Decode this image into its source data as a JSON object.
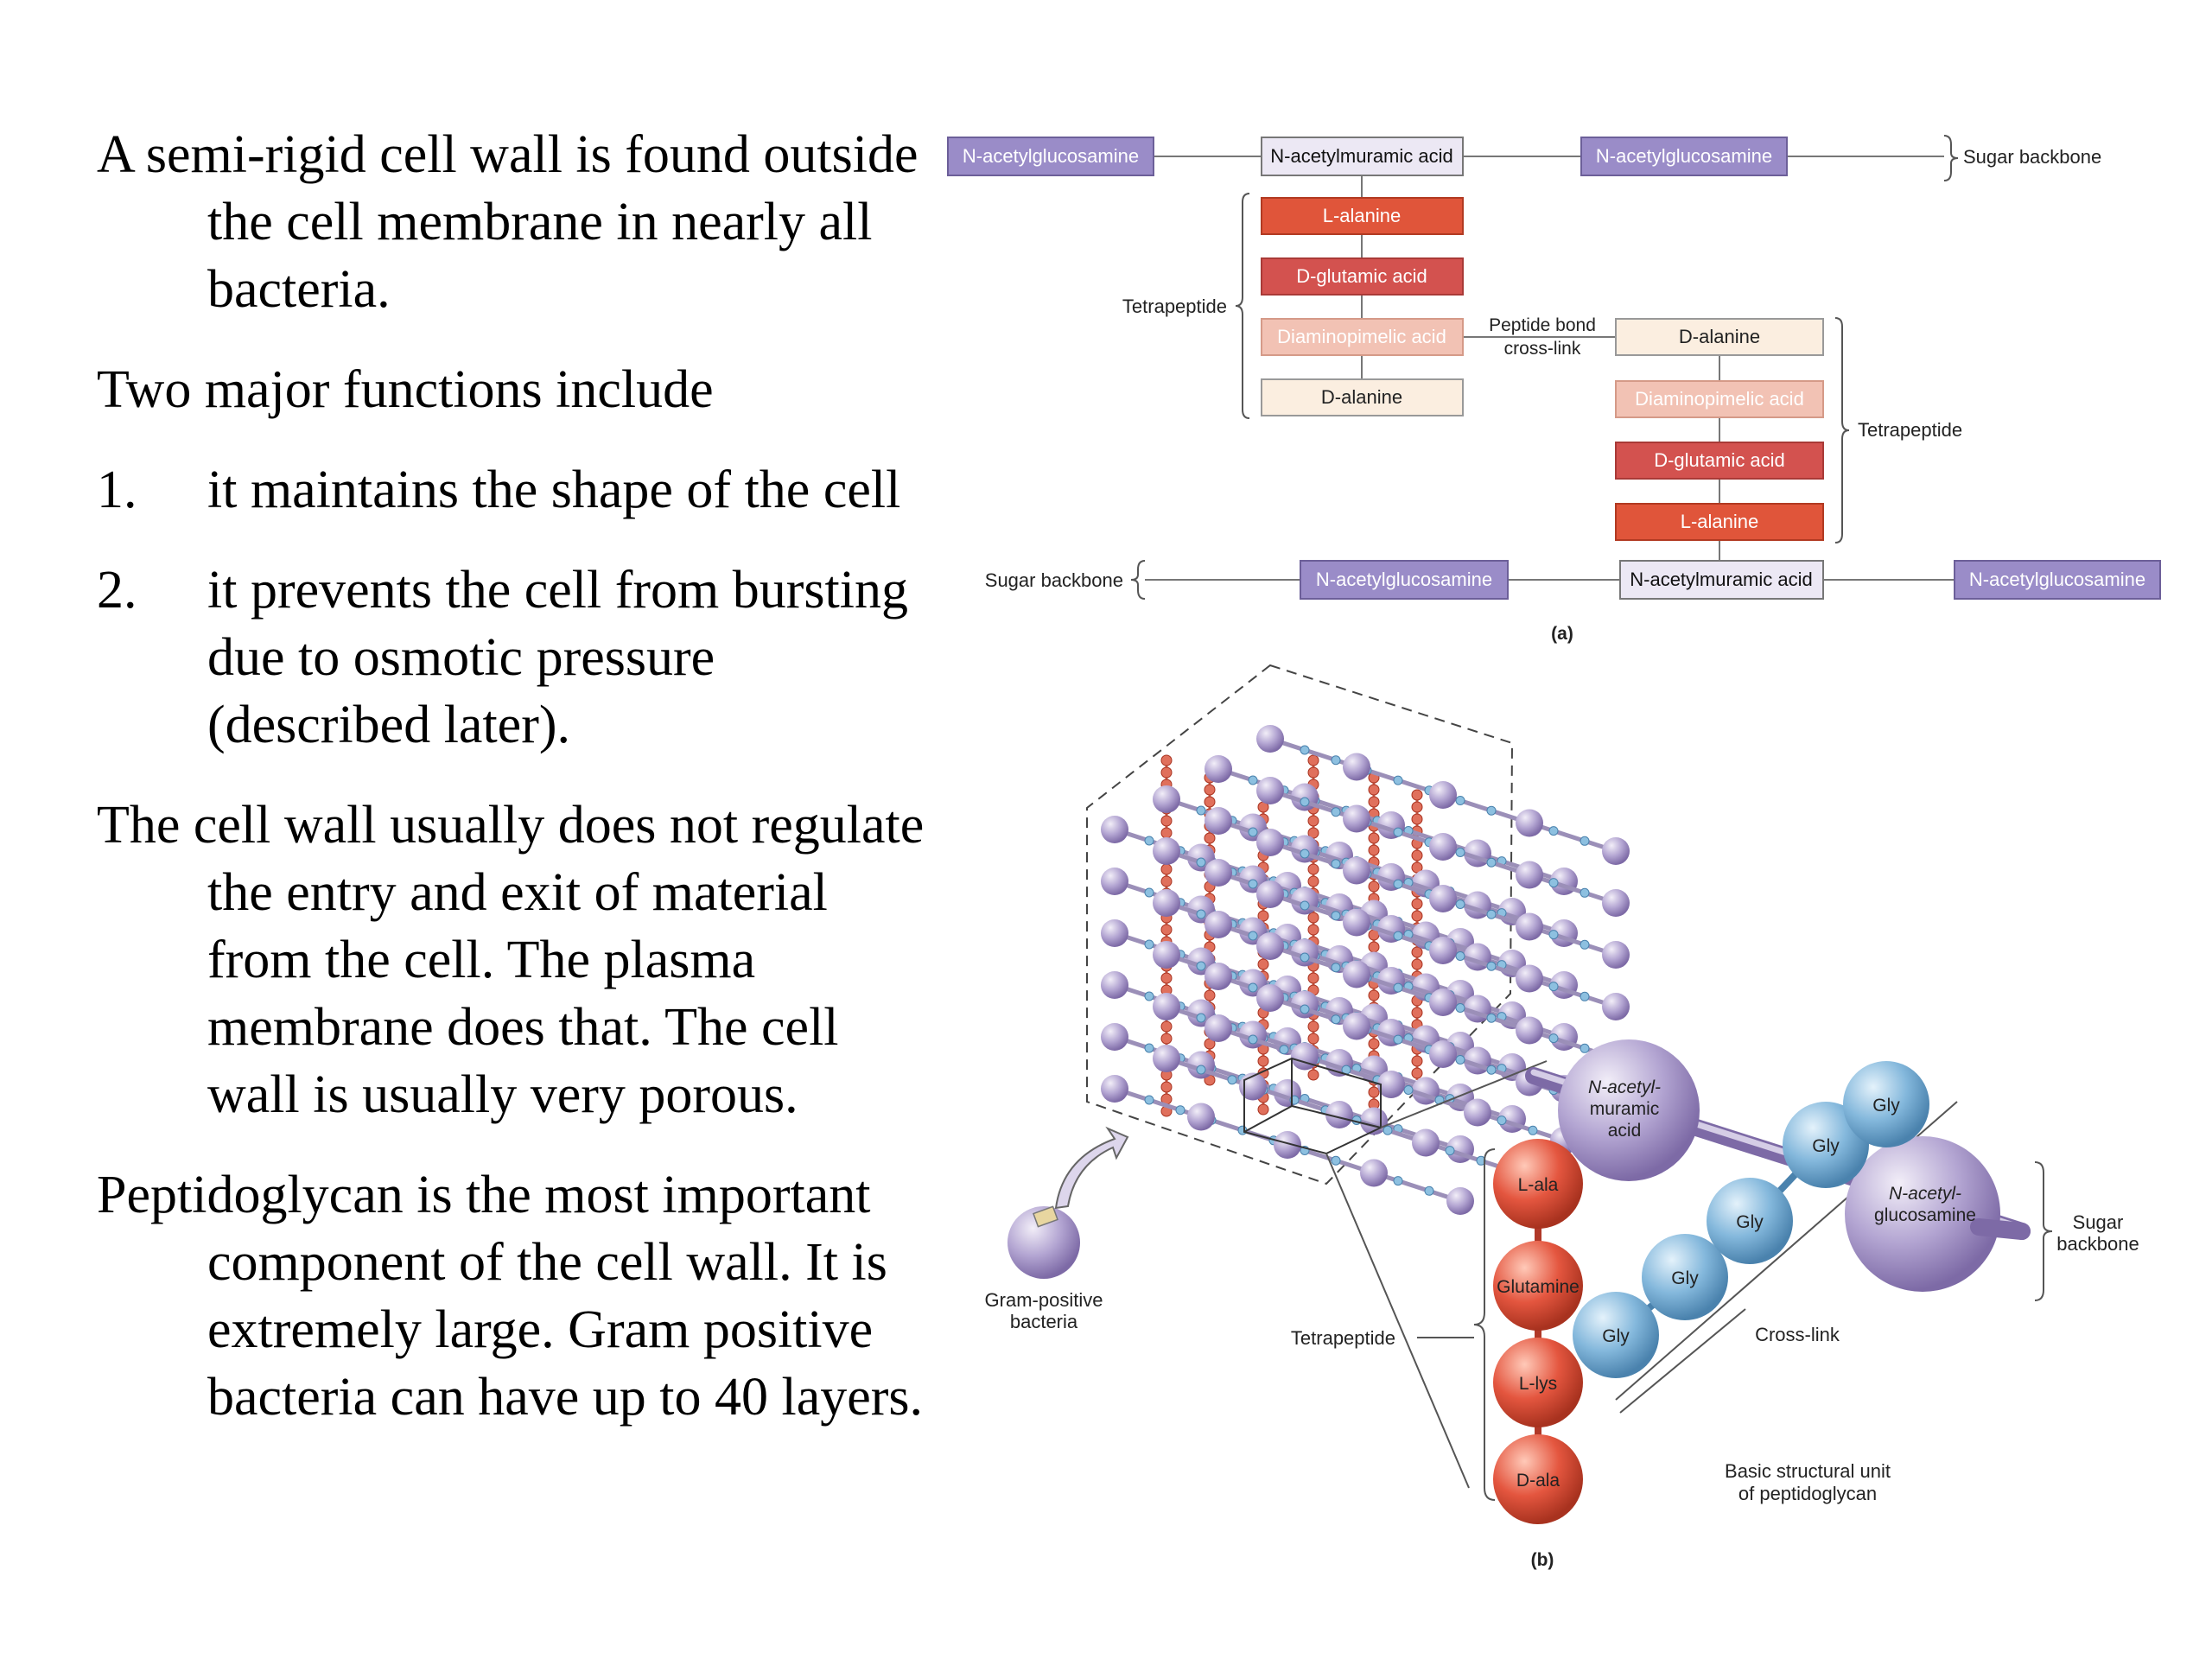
{
  "text": {
    "p1": "A semi-rigid cell wall is found outside the cell membrane in nearly all bacteria.",
    "p2": "Two major functions include",
    "item1_num": "1.",
    "item1": "it maintains the shape of the cell",
    "item2_num": "2.",
    "item2": "it prevents the cell from bursting due to osmotic pressure (described later).",
    "p3": "The cell wall usually does not regulate the entry and exit of material from the cell.  The plasma membrane does that.  The cell wall is usually very porous.",
    "p4": "Peptidoglycan is the most important component of the cell wall.  It is extremely large.  Gram positive bacteria can have up to 40 layers."
  },
  "figure_a": {
    "nag": "N-acetylglucosamine",
    "nam": "N-acetylmuramic acid",
    "l_alanine": "L-alanine",
    "d_glutamic": "D-glutamic acid",
    "dap": "Diaminopimelic acid",
    "d_alanine": "D-alanine",
    "sugar_backbone": "Sugar backbone",
    "tetrapeptide": "Tetrapeptide",
    "peptide_bond_1": "Peptide bond",
    "peptide_bond_2": "cross-link",
    "label": "(a)"
  },
  "figure_b": {
    "nam_1": "N-acetyl-",
    "nam_2": "muramic",
    "nam_3": "acid",
    "nag_1": "N-acetyl-",
    "nag_2": "glucosamine",
    "l_ala": "L-ala",
    "glutamine": "Glutamine",
    "l_lys": "L-lys",
    "d_ala": "D-ala",
    "gly": "Gly",
    "sugar_1": "Sugar",
    "sugar_2": "backbone",
    "cross_link": "Cross-link",
    "tetrapeptide": "Tetrapeptide",
    "gram_1": "Gram-positive",
    "gram_2": "bacteria",
    "basic_1": "Basic structural unit",
    "basic_2": "of peptidoglycan",
    "label": "(b)"
  },
  "colors": {
    "nag_fill": "#9a8cc8",
    "nam_fill": "#ece8f4",
    "l_alanine_fill": "#e0553a",
    "d_glutamic_fill": "#d3524f",
    "dap_fill": "#f2c2b4",
    "d_alanine_fill": "#fbeee0",
    "red_sphere": "#e0503e",
    "blue_sphere": "#7fb4d8",
    "purple_sphere": "#a99ac8"
  }
}
